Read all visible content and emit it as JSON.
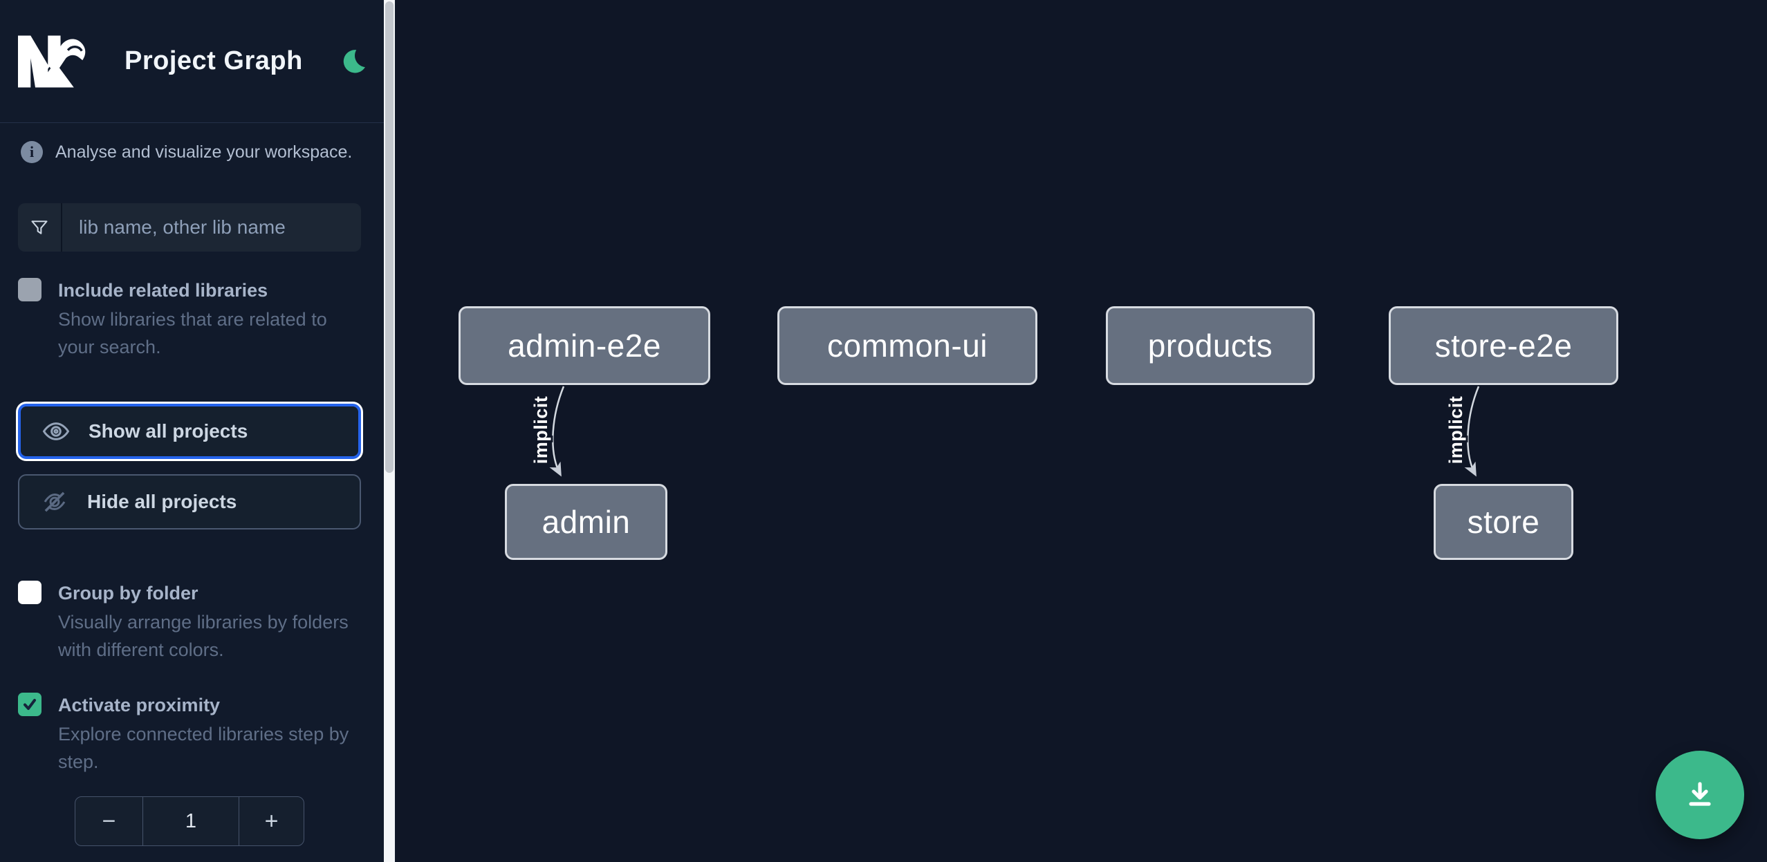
{
  "header": {
    "title": "Project Graph",
    "logo": "nx-logo",
    "theme_toggle_icon": "moon"
  },
  "sidebar": {
    "tagline": "Analyse and visualize your workspace.",
    "search": {
      "placeholder": "lib name, other lib name",
      "value": "",
      "icon": "funnel-filter-icon"
    },
    "toggles": [
      {
        "label": "Include related libraries",
        "description": "Show libraries that are related to your search.",
        "checked": false
      },
      {
        "label": "Group by folder",
        "description": "Visually arrange libraries by folders with different colors.",
        "checked": false
      },
      {
        "label": "Activate proximity",
        "description": "Explore connected libraries step by step.",
        "checked": true
      }
    ],
    "buttons": {
      "show_all": {
        "label": "Show all projects",
        "icon": "eye-icon",
        "focused": true
      },
      "hide_all": {
        "label": "Hide all projects",
        "icon": "eye-off-icon",
        "focused": false
      }
    },
    "stepper": {
      "decrement": "−",
      "value": "1",
      "increment": "+"
    }
  },
  "graph": {
    "nodes": [
      {
        "label": "admin-e2e"
      },
      {
        "label": "common-ui"
      },
      {
        "label": "products"
      },
      {
        "label": "store-e2e"
      },
      {
        "label": "admin"
      },
      {
        "label": "store"
      }
    ],
    "edges": [
      {
        "source": "admin-e2e",
        "target": "admin",
        "label": "implicit"
      },
      {
        "source": "store-e2e",
        "target": "store",
        "label": "implicit"
      }
    ]
  },
  "fab": {
    "icon": "download-icon"
  },
  "colors": {
    "accent-green": "#3cb98b",
    "focus-blue": "#2563eb",
    "node-fill": "#667080",
    "node-border": "#d7dbe1",
    "bg-main": "#0f1626",
    "bg-sidebar": "#111a2b"
  }
}
